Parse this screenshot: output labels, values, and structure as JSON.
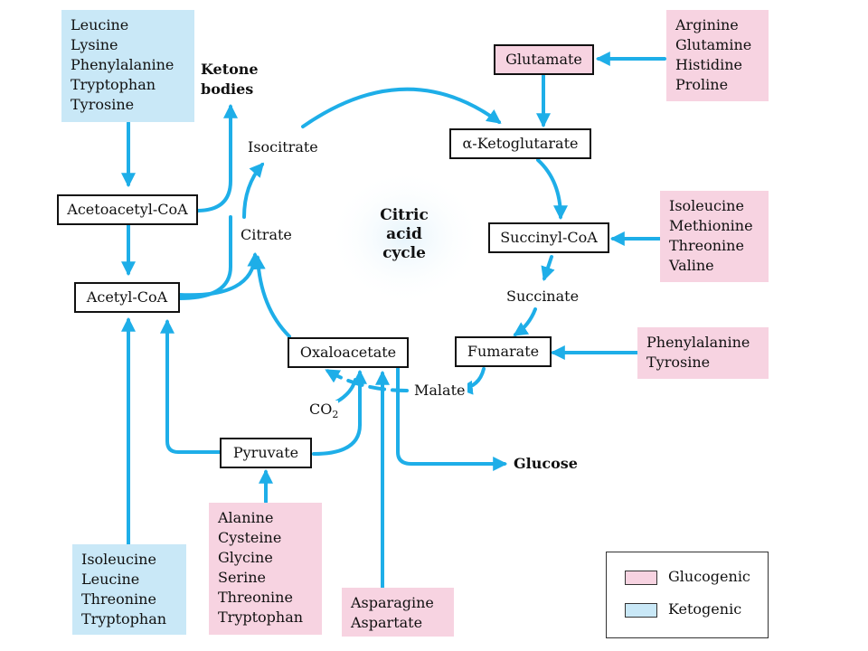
{
  "center_label": [
    "Citric",
    "acid",
    "cycle"
  ],
  "nodes": {
    "acetoacetyl_coa": "Acetoacetyl-CoA",
    "acetyl_coa": "Acetyl-CoA",
    "glutamate": "Glutamate",
    "alpha_ketoglutarate": "α-Ketoglutarate",
    "succinyl_coa": "Succinyl-CoA",
    "fumarate": "Fumarate",
    "oxaloacetate": "Oxaloacetate",
    "pyruvate": "Pyruvate"
  },
  "labels": {
    "ketone_bodies": [
      "Ketone",
      "bodies"
    ],
    "isocitrate": "Isocitrate",
    "citrate": "Citrate",
    "succinate": "Succinate",
    "malate": "Malate",
    "co2": "CO",
    "co2_sub": "2",
    "glucose": "Glucose"
  },
  "amino_groups": {
    "top_left_ketogenic": [
      "Leucine",
      "Lysine",
      "Phenylalanine",
      "Tryptophan",
      "Tyrosine"
    ],
    "bottom_left_ketogenic": [
      "Isoleucine",
      "Leucine",
      "Threonine",
      "Tryptophan"
    ],
    "glutamate_sources": [
      "Arginine",
      "Glutamine",
      "Histidine",
      "Proline"
    ],
    "succinyl_sources": [
      "Isoleucine",
      "Methionine",
      "Threonine",
      "Valine"
    ],
    "fumarate_sources": [
      "Phenylalanine",
      "Tyrosine"
    ],
    "pyruvate_sources": [
      "Alanine",
      "Cysteine",
      "Glycine",
      "Serine",
      "Threonine",
      "Tryptophan"
    ],
    "oxaloacetate_sources": [
      "Asparagine",
      "Aspartate"
    ]
  },
  "legend": {
    "glucogenic": "Glucogenic",
    "ketogenic": "Ketogenic"
  },
  "colors": {
    "arrow": "#1eaee8",
    "glucogenic": "#f7d3e1",
    "ketogenic": "#c9e8f7"
  }
}
